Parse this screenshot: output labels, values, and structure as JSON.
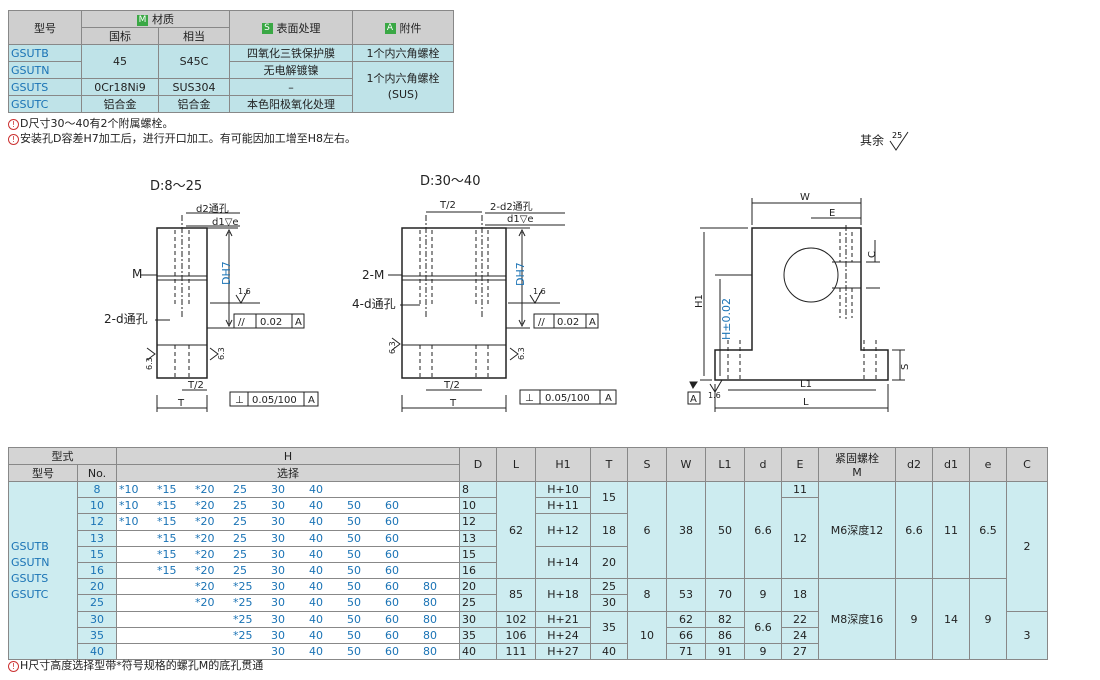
{
  "material_table": {
    "header": {
      "model": "型号",
      "material": "材质",
      "std": "国标",
      "equiv": "相当",
      "surface": "表面处理",
      "accessory": "附件",
      "tag_m": "M",
      "tag_s": "S",
      "tag_a": "A"
    },
    "rows": [
      {
        "model": "GSUTB",
        "std": "45",
        "equiv": "S45C",
        "surface": "四氧化三铁保护膜",
        "accessory": "1个内六角螺栓"
      },
      {
        "model": "GSUTN",
        "surface": "无电解镀镍",
        "accessory": "1个内六角螺栓\n(SUS)"
      },
      {
        "model": "GSUTS",
        "std": "0Cr18Ni9",
        "equiv": "SUS304",
        "surface": "–"
      },
      {
        "model": "GSUTC",
        "std": "铝合金",
        "equiv": "铝合金",
        "surface": "本色阳极氧化处理"
      }
    ]
  },
  "notes": {
    "n1": "D尺寸30～40有2个附属螺栓。",
    "n2": "安装孔D容差H7加工后，进行开口加工。有可能因加工增至H8左右。",
    "footer": "H尺寸高度选择型带*符号规格的螺孔M的底孔贯通",
    "icon": "!"
  },
  "roughness": {
    "label": "其余",
    "value": "25"
  },
  "drawings": {
    "left_title": "D:8～25",
    "mid_title": "D:30～40",
    "labels": {
      "d2": "d2通孔",
      "d1e": "d1▽e",
      "M": "M",
      "DH7": "DH7",
      "r16": "1.6",
      "par": "//",
      "par_val": "0.02",
      "A": "A",
      "two_d": "2-d通孔",
      "r63": "6.3",
      "T2": "T/2",
      "T": "T",
      "perp": "⊥",
      "perp_val": "0.05/100",
      "two_d2": "2-d2通孔",
      "d1e2": "d1▽e",
      "two_M": "2-M",
      "four_d": "4-d通孔",
      "W": "W",
      "E": "E",
      "C": "C",
      "H1": "H1",
      "H": "H±0.02",
      "S": "S",
      "L1": "L1",
      "L": "L"
    }
  },
  "dims_table": {
    "header": {
      "type": "型式",
      "model": "型号",
      "no": "No.",
      "H": "H",
      "H_sub": "选择",
      "D": "D",
      "L": "L",
      "H1": "H1",
      "T": "T",
      "S": "S",
      "W": "W",
      "L1": "L1",
      "d": "d",
      "E": "E",
      "M": "紧固螺栓",
      "M2": "M",
      "d2": "d2",
      "d1": "d1",
      "e": "e",
      "C": "C"
    },
    "models": [
      "GSUTB",
      "GSUTN",
      "GSUTS",
      "GSUTC"
    ],
    "rows": [
      {
        "no": "8",
        "h": [
          "*10",
          "*15",
          "*20",
          "25",
          "30",
          "40",
          "",
          "",
          ""
        ],
        "D": "8"
      },
      {
        "no": "10",
        "h": [
          "*10",
          "*15",
          "*20",
          "25",
          "30",
          "40",
          "50",
          "60",
          ""
        ],
        "D": "10"
      },
      {
        "no": "12",
        "h": [
          "*10",
          "*15",
          "*20",
          "25",
          "30",
          "40",
          "50",
          "60",
          ""
        ],
        "D": "12"
      },
      {
        "no": "13",
        "h": [
          "",
          "*15",
          "*20",
          "25",
          "30",
          "40",
          "50",
          "60",
          ""
        ],
        "D": "13"
      },
      {
        "no": "15",
        "h": [
          "",
          "*15",
          "*20",
          "25",
          "30",
          "40",
          "50",
          "60",
          ""
        ],
        "D": "15"
      },
      {
        "no": "16",
        "h": [
          "",
          "*15",
          "*20",
          "25",
          "30",
          "40",
          "50",
          "60",
          ""
        ],
        "D": "16"
      },
      {
        "no": "20",
        "h": [
          "",
          "",
          "*20",
          "*25",
          "30",
          "40",
          "50",
          "60",
          "80"
        ],
        "D": "20"
      },
      {
        "no": "25",
        "h": [
          "",
          "",
          "*20",
          "*25",
          "30",
          "40",
          "50",
          "60",
          "80"
        ],
        "D": "25"
      },
      {
        "no": "30",
        "h": [
          "",
          "",
          "",
          "*25",
          "30",
          "40",
          "50",
          "60",
          "80"
        ],
        "D": "30"
      },
      {
        "no": "35",
        "h": [
          "",
          "",
          "",
          "*25",
          "30",
          "40",
          "50",
          "60",
          "80"
        ],
        "D": "35"
      },
      {
        "no": "40",
        "h": [
          "",
          "",
          "",
          "",
          "30",
          "40",
          "50",
          "60",
          "80"
        ],
        "D": "40"
      }
    ],
    "cells": {
      "L62": "62",
      "L85": "85",
      "L102": "102",
      "L106": "106",
      "L111": "111",
      "H1_10": "H+10",
      "H1_11": "H+11",
      "H1_12": "H+12",
      "H1_14": "H+14",
      "H1_18": "H+18",
      "H1_21": "H+21",
      "H1_24": "H+24",
      "H1_27": "H+27",
      "T15": "15",
      "T18": "18",
      "T20": "20",
      "T25": "25",
      "T30": "30",
      "T35": "35",
      "T40": "40",
      "S6": "6",
      "S8": "8",
      "S10": "10",
      "W38": "38",
      "W53": "53",
      "W62": "62",
      "W66": "66",
      "W71": "71",
      "L1_50": "50",
      "L1_70": "70",
      "L1_82": "82",
      "L1_86": "86",
      "L1_91": "91",
      "d66": "6.6",
      "d9": "9",
      "d66b": "6.6",
      "d9b": "9",
      "E11": "11",
      "E12": "12",
      "E18": "18",
      "E22": "22",
      "E24": "24",
      "E27": "27",
      "M6": "M6深度12",
      "M8": "M8深度16",
      "d2_66": "6.6",
      "d2_9": "9",
      "d1_11": "11",
      "d1_14": "14",
      "e65": "6.5",
      "e9": "9",
      "C2": "2",
      "C3": "3"
    }
  }
}
